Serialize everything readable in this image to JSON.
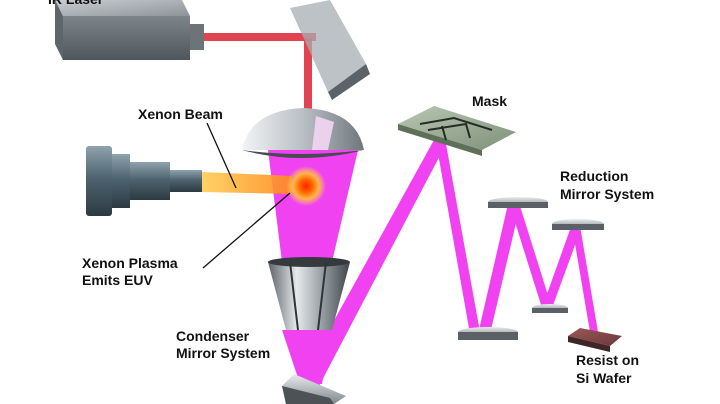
{
  "labels": {
    "ir_laser": "IR Laser",
    "xenon_beam": "Xenon Beam",
    "xenon_plasma_line1": "Xenon Plasma",
    "xenon_plasma_line2": "Emits EUV",
    "condenser_line1": "Condenser",
    "condenser_line2": "Mirror System",
    "mask": "Mask",
    "reduction_line1": "Reduction",
    "reduction_line2": "Mirror System",
    "resist_line1": "Resist on",
    "resist_line2": "Si Wafer"
  },
  "colors": {
    "euv_beam": "#ee22ee",
    "ir_beam": "#dd2233",
    "xenon_beam": "#ffaa22",
    "plasma_core": "#ff3300",
    "housing_gray": "#6f767c",
    "nozzle_teal": "#4d6470",
    "mask_green": "#8fa08a",
    "wafer_red": "#8a4a4a"
  }
}
